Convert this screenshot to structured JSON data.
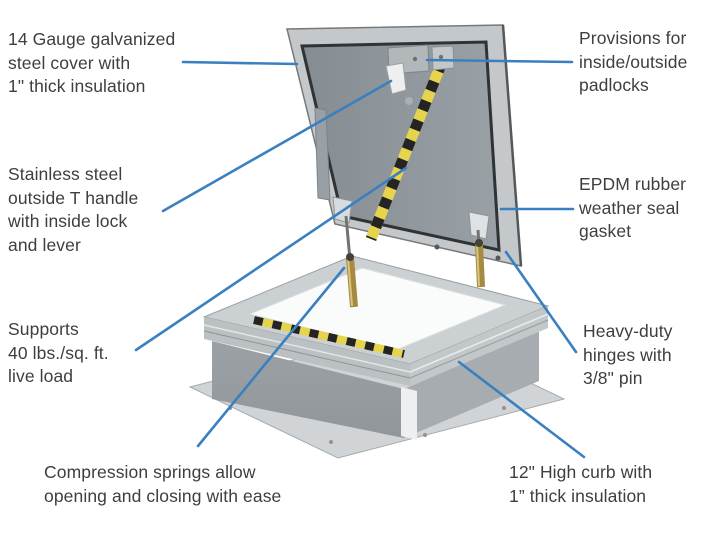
{
  "diagram": {
    "name": "Roof hatch product feature callout diagram",
    "labels": [
      {
        "id": "cover",
        "text": "14 Gauge galvanized\nsteel cover with\n1\" thick insulation"
      },
      {
        "id": "handle",
        "text": "Stainless steel\noutside T handle\nwith inside lock\nand lever"
      },
      {
        "id": "load",
        "text": "Supports\n40 lbs./sq. ft.\nlive load"
      },
      {
        "id": "springs",
        "text": "Compression springs allow\nopening and closing with ease"
      },
      {
        "id": "padlocks",
        "text": "Provisions for\ninside/outside\npadlocks"
      },
      {
        "id": "gasket",
        "text": "EPDM rubber\nweather seal\ngasket"
      },
      {
        "id": "hinges",
        "text": "Heavy-duty\nhinges with\n3/8\" pin"
      },
      {
        "id": "curb",
        "text": "12\" High curb with\n1” thick insulation"
      }
    ],
    "colors": {
      "background": "#ffffff",
      "label_text": "#3e3e3e",
      "callout_line": "#3a80c0",
      "cover_frame": "#c4c8ca",
      "cover_panel": "#8d949a",
      "gasket_dark": "#2f3335",
      "curb_gray": "#989ea1",
      "rim_gray": "#cbd0d2",
      "flange_gray": "#d0d4d6",
      "hazard_yellow": "#e6d44e",
      "hazard_black": "#242424",
      "spring_brass": "#a68a42"
    }
  }
}
